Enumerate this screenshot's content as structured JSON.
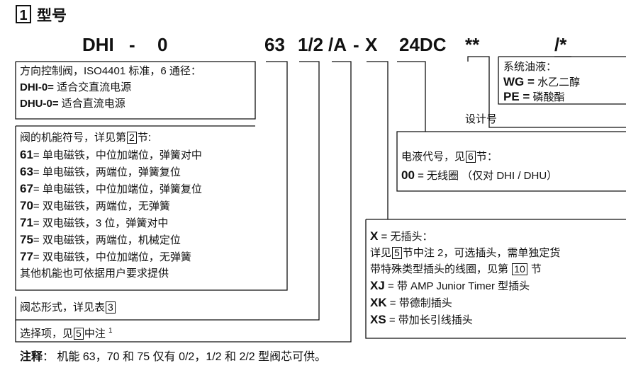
{
  "section": {
    "number": "1",
    "title": "型号"
  },
  "code": {
    "dhi": "DHI",
    "dash1": "-",
    "zero": "0",
    "size": "63",
    "spool": "1/2",
    "option": "/A",
    "dash2": "-",
    "plug": "X",
    "voltage": "24DC",
    "design": "**",
    "seal": "/*"
  },
  "box_valve": {
    "line1": "方向控制阀，ISO4401 标准，6 通径：",
    "dhi_code": "DHI-0=",
    "dhi_desc": " 适合交直流电源",
    "dhu_code": "DHU-0=",
    "dhu_desc": " 适合直流电源"
  },
  "box_function": {
    "intro_pre": "阀的机能符号，详见第",
    "intro_ref": "2",
    "intro_post": "节:",
    "items": [
      {
        "code": "61",
        "desc": "= 单电磁铁，中位加端位，弹簧对中"
      },
      {
        "code": "63",
        "desc": "= 单电磁铁，两端位，弹簧复位"
      },
      {
        "code": "67",
        "desc": "= 单电磁铁，中位加端位，弹簧复位"
      },
      {
        "code": "70",
        "desc": "= 双电磁铁，两端位，无弹簧"
      },
      {
        "code": "71",
        "desc": "= 双电磁铁，3 位，弹簧对中"
      },
      {
        "code": "75",
        "desc": "= 双电磁铁，两端位，机械定位"
      },
      {
        "code": "77",
        "desc": "= 双电磁铁，中位加端位，无弹簧"
      }
    ],
    "footer": "其他机能也可依据用户要求提供"
  },
  "spool_type": {
    "pre": "阀芯形式，详见表",
    "ref": "3"
  },
  "options": {
    "pre": "选择项，见",
    "ref": "5",
    "post": "中注",
    "sup": "1"
  },
  "seals": {
    "title": "系统油液：",
    "wg_code": "WG =",
    "wg_desc": " 水乙二醇",
    "pe_code": "PE =",
    "pe_desc": " 磷酸酯"
  },
  "design_number": "设计号",
  "voltage_box": {
    "pre": "电液代号，见",
    "ref": "6",
    "post": "节：",
    "code": "00",
    "desc": " = 无线圈 （仅对 DHI / DHU）"
  },
  "plug_box": {
    "x_code": "X",
    "x_desc": " = 无插头：",
    "line2_pre": "详见",
    "line2_ref": "5",
    "line2_post": "节中注 2，可选插头，需单独定货",
    "line3_pre": "带特殊类型插头的线圈，见第 ",
    "line3_ref": "10",
    "line3_post": " 节",
    "items": [
      {
        "code": "XJ",
        "desc": " = 带 AMP Junior Timer 型插头"
      },
      {
        "code": "XK",
        "desc": " = 带德制插头"
      },
      {
        "code": "XS",
        "desc": " = 带加长引线插头"
      }
    ]
  },
  "note": {
    "label": "注释",
    "text": "：  机能 63，70 和 75 仅有 0/2，1/2 和 2/2 型阀芯可供。"
  }
}
